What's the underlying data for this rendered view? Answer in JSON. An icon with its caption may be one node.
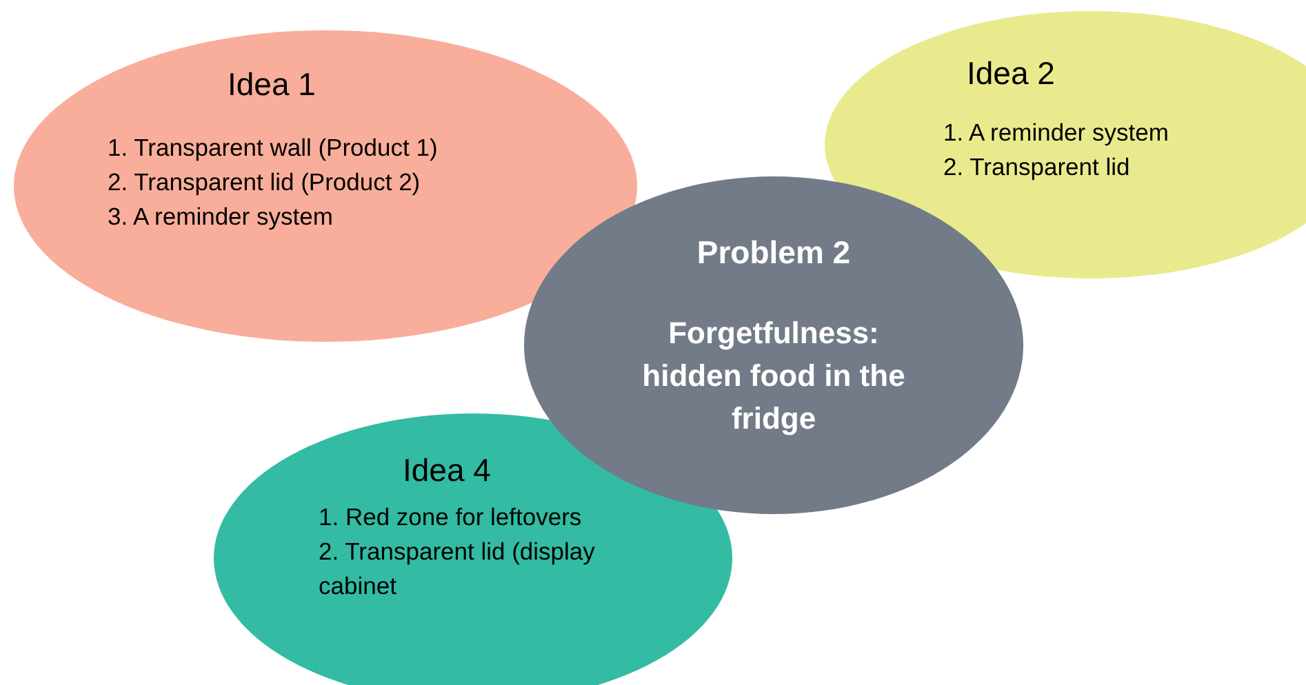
{
  "diagram": {
    "nodes": [
      {
        "text": [
          "Idea 1",
          "1. Transparent wall (Product 1)",
          "2. Transparent lid (Product 2)",
          "3. A reminder system"
        ]
      },
      {
        "text": [
          "Idea 2",
          "1. A reminder system",
          "2. Transparent lid"
        ]
      },
      {
        "text": [
          "Idea 4",
          "1. Red zone for leftovers",
          "2. Transparent lid (display cabinet"
        ]
      },
      {
        "text": [
          "Problem 2",
          "Forgetfulness: hidden food in the fridge"
        ]
      }
    ]
  }
}
